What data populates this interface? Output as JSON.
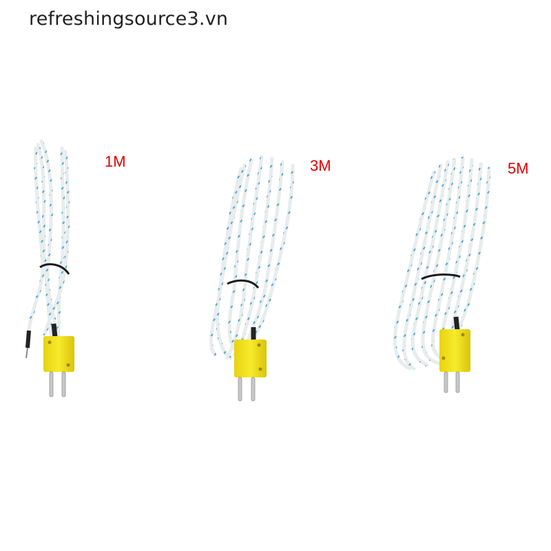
{
  "watermark": {
    "text": "refreshingsource3.vn"
  },
  "products": [
    {
      "length_label": "1M"
    },
    {
      "length_label": "3M"
    },
    {
      "length_label": "5M"
    }
  ],
  "colors": {
    "label_red": "#e00000",
    "connector_yellow": "#f2e21a",
    "cable_white": "#e9ecec",
    "cable_fleck_blue": "#4aa8d8",
    "tie_black": "#1a1a1a"
  }
}
